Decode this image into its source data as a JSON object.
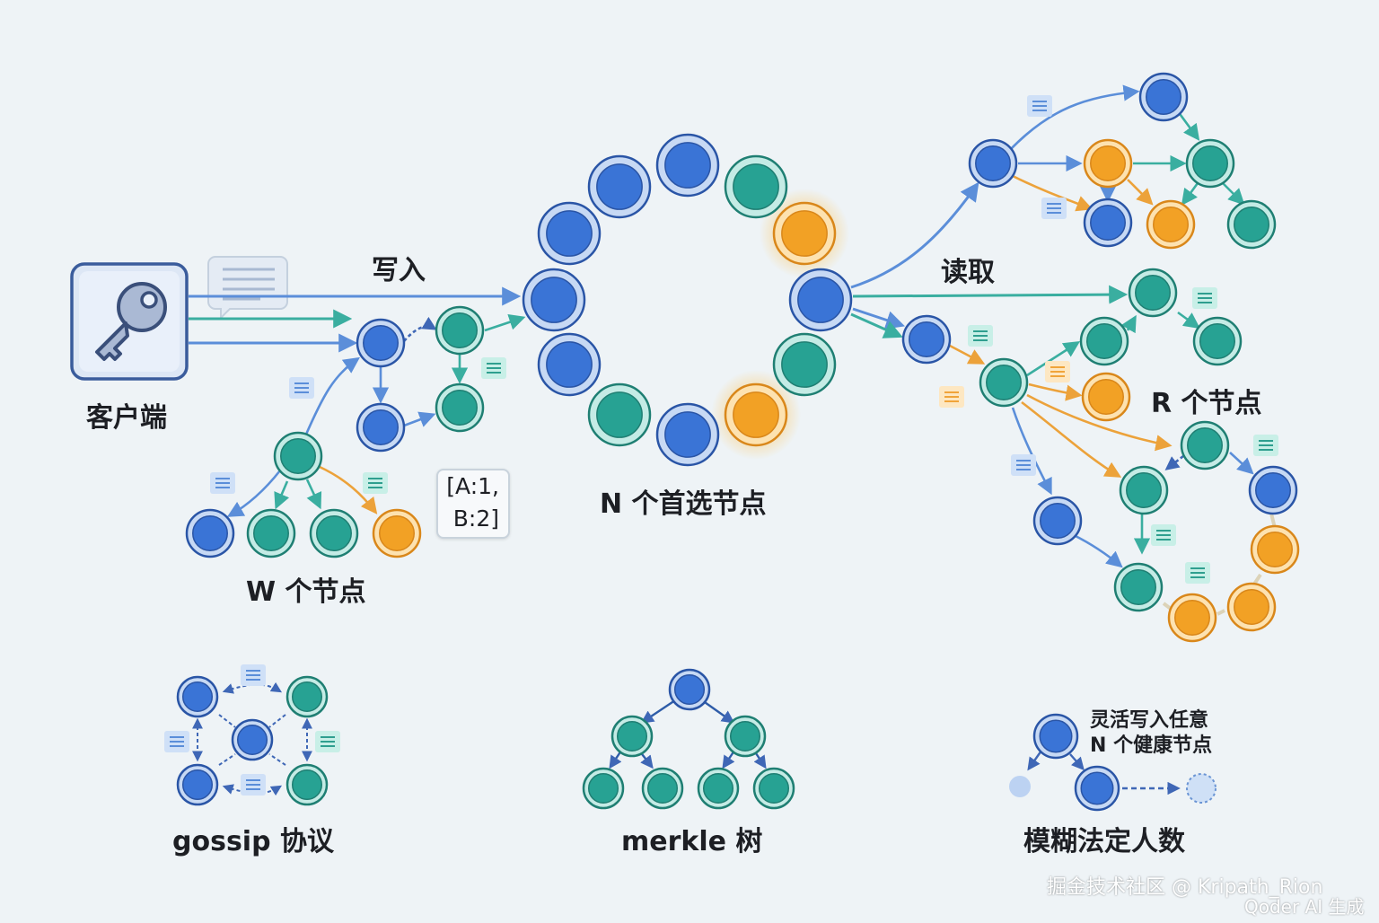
{
  "colors": {
    "blue": "#3a74d6",
    "teal": "#27a293",
    "orange": "#f2a125",
    "arrow_blue": "#5b8ed9",
    "arrow_teal": "#3aaea0",
    "arrow_orange": "#eca23a"
  },
  "labels": {
    "client": "客户端",
    "write": "写入",
    "read": "读取",
    "n_nodes": "N 个首选节点",
    "w_nodes": "W 个节点",
    "r_nodes": "R 个节点",
    "gossip": "gossip 协议",
    "merkle": "merkle 树",
    "sloppy_quorum": "模糊法定人数",
    "flex_line1": "灵活写入任意",
    "flex_line2": "N 个健康节点",
    "vclock_line1": "[A:1,",
    "vclock_line2": "B:2]"
  },
  "icons": {
    "client": "key-icon",
    "message": "message-card-icon"
  },
  "watermark": {
    "source": "掘金技术社区 @ Kripath_Rion",
    "generator": "Qoder AI 生成"
  }
}
